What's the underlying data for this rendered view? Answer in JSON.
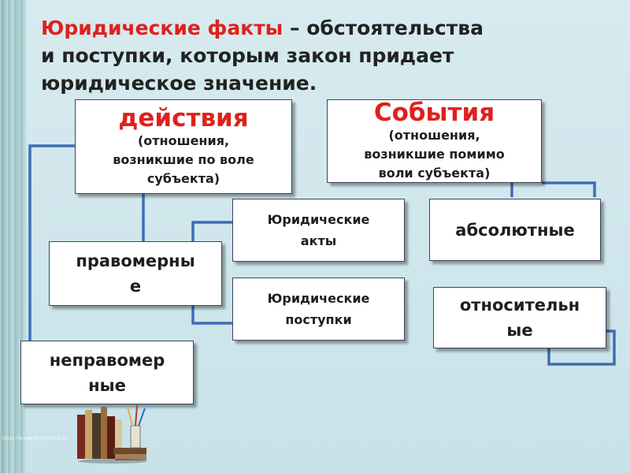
{
  "title": {
    "term": "Юридические факты",
    "rest_line1": " – обстоятельства",
    "line2": "и поступки, которым закон придает",
    "line3": "юридическое значение."
  },
  "boxes": {
    "actions": {
      "head": "действия",
      "sub1": "(отношения,",
      "sub2": "возникшие по воле",
      "sub3": "субъекта)"
    },
    "events": {
      "head": "События",
      "sub1": "(отношения,",
      "sub2": "возникшие помимо",
      "sub3": "воли субъекта)"
    },
    "lawful": {
      "line1": "правомерны",
      "line2": "е"
    },
    "unlawful": {
      "line1": "неправомер",
      "line2": "ные"
    },
    "legal_acts": {
      "line1": "Юридические",
      "line2": "акты"
    },
    "legal_deeds": {
      "line1": "Юридические",
      "line2": "поступки"
    },
    "absolute": {
      "line1": "абсолютные"
    },
    "relative": {
      "line1": "относительн",
      "line2": "ые"
    }
  },
  "watermark": "http://www.myshared.ru",
  "colors": {
    "accent": "#e0201c",
    "connector": "#3d6db5",
    "border": "#3b4657"
  }
}
